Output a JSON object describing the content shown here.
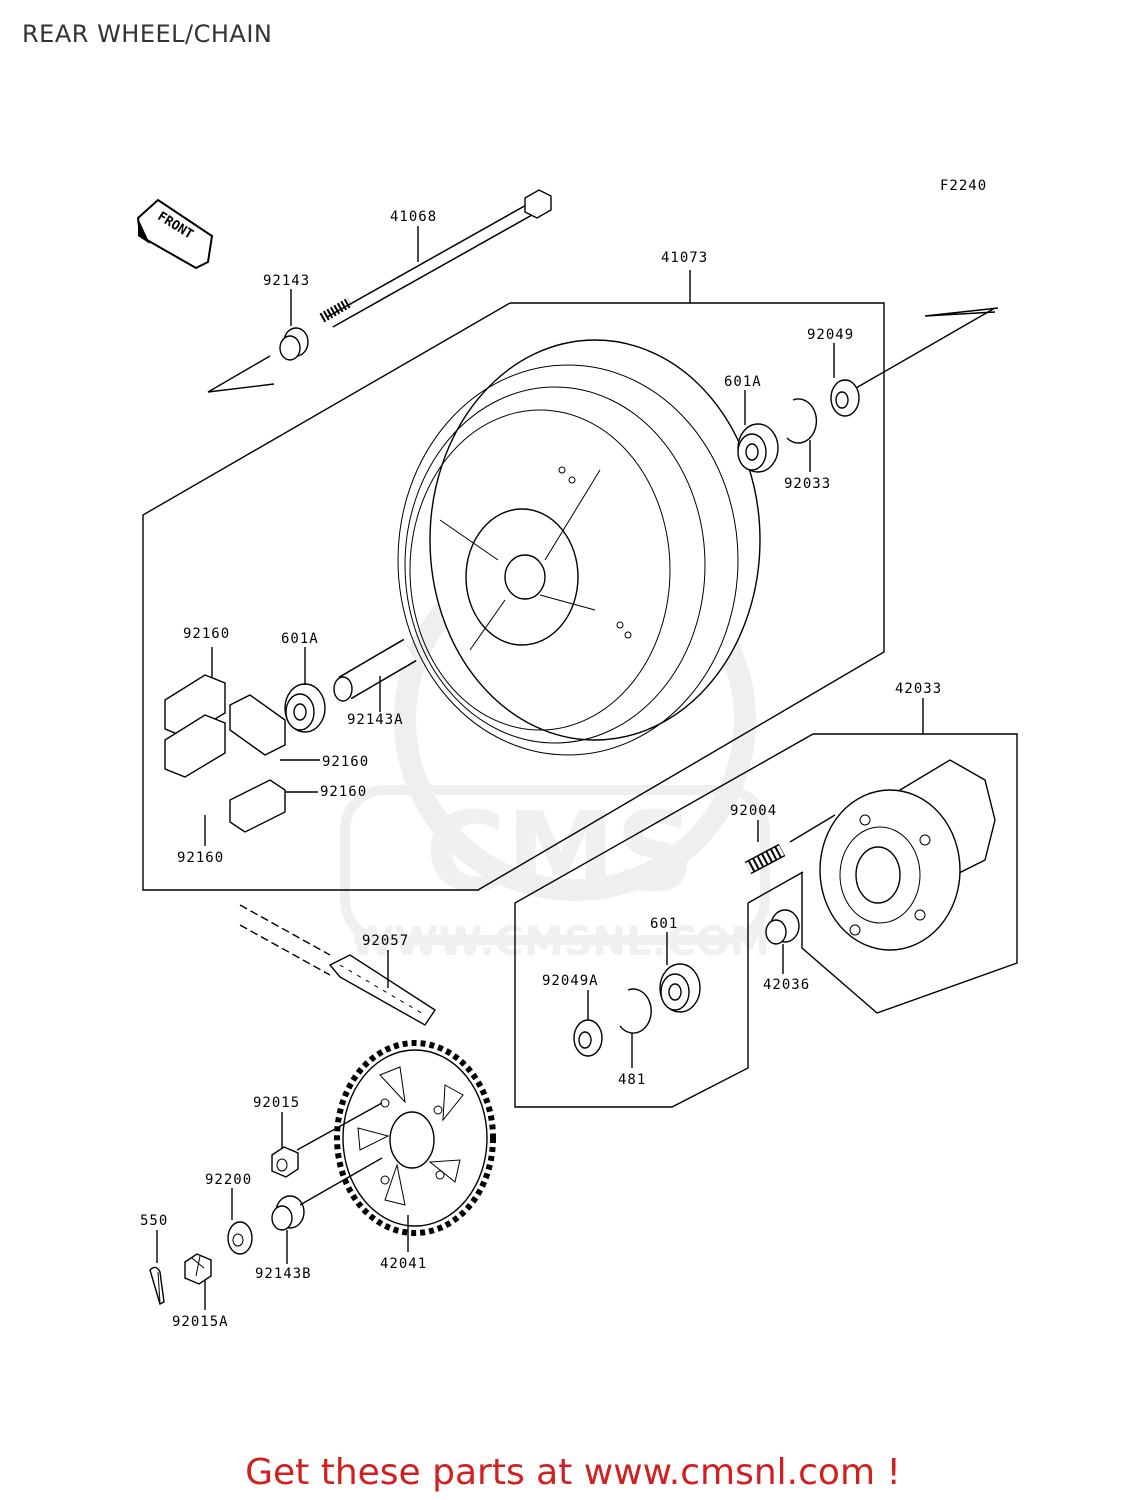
{
  "page": {
    "title": "REAR WHEEL/CHAIN",
    "footer": "Get these parts at www.cmsnl.com !",
    "figure_code": "F2240",
    "front_label": "FRONT",
    "watermark_brand": "CMS",
    "watermark_url": "WWW.CMSNL.COM"
  },
  "parts": [
    {
      "id": "41068"
    },
    {
      "id": "92143"
    },
    {
      "id": "41073"
    },
    {
      "id": "92049"
    },
    {
      "id": "601A"
    },
    {
      "id": "92033"
    },
    {
      "id": "92160"
    },
    {
      "id": "601A"
    },
    {
      "id": "92143A"
    },
    {
      "id": "92160"
    },
    {
      "id": "92160"
    },
    {
      "id": "92160"
    },
    {
      "id": "42033"
    },
    {
      "id": "92004"
    },
    {
      "id": "92057"
    },
    {
      "id": "601"
    },
    {
      "id": "92049A"
    },
    {
      "id": "42036"
    },
    {
      "id": "481"
    },
    {
      "id": "92015"
    },
    {
      "id": "92200"
    },
    {
      "id": "550"
    },
    {
      "id": "92143B"
    },
    {
      "id": "42041"
    },
    {
      "id": "92015A"
    }
  ],
  "colors": {
    "footer": "#d21f1f",
    "line": "#000000",
    "watermark": "#e2e2e2"
  }
}
